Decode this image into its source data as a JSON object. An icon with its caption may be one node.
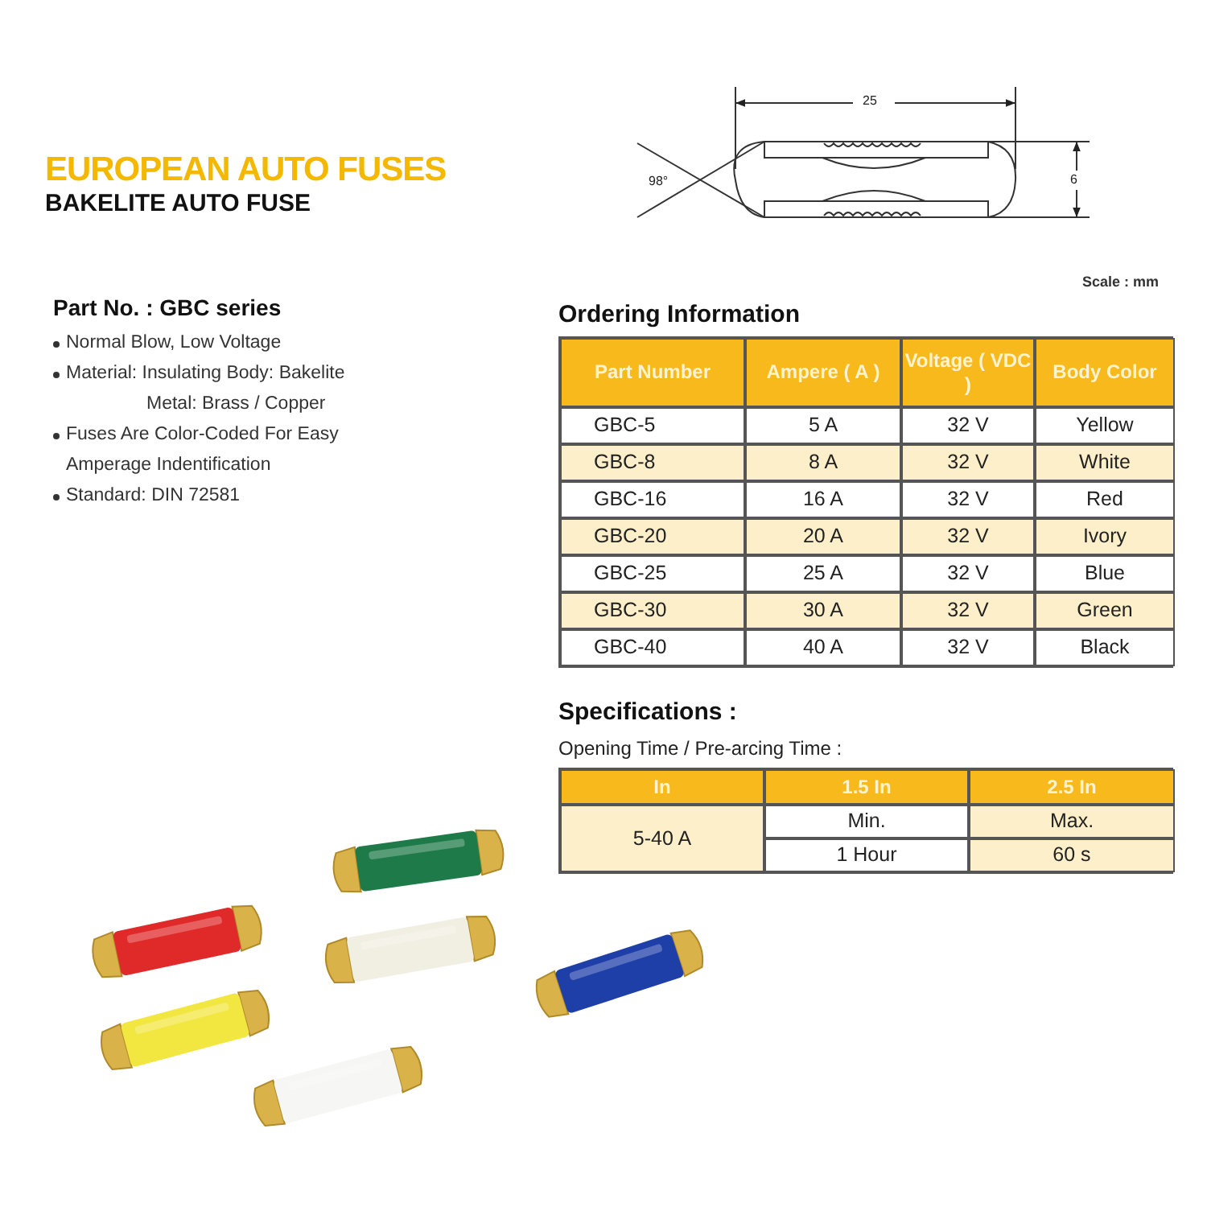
{
  "diagram": {
    "title": "EUROPEAN AUTO FUSES",
    "labels": [
      "BAKELITE AUTO FUSE",
      "25",
      "98°",
      "6",
      "Scale : mm",
      "Part No. : GBC series",
      "Normal Blow, Low Voltage",
      "Material: Insulating Body: Bakelite",
      "Metal: Brass / Copper",
      "Fuses Are Color-Coded For Easy Amperage Indentification",
      "Standard: DIN 72581",
      "Ordering Information",
      "Part Number",
      "Ampere ( A )",
      "Voltage ( VDC )",
      "Body Color",
      "GBC-5",
      "5 A",
      "32 V",
      "Yellow",
      "GBC-8",
      "8 A",
      "32 V",
      "White",
      "GBC-16",
      "16 A",
      "32 V",
      "Red",
      "GBC-20",
      "20 A",
      "32 V",
      "Ivory",
      "GBC-25",
      "25 A",
      "32 V",
      "Blue",
      "GBC-30",
      "30 A",
      "32 V",
      "Green",
      "GBC-40",
      "40 A",
      "32 V",
      "Black",
      "Specifications :",
      "Opening Time / Pre-arcing Time :",
      "In",
      "1.5 In",
      "2.5 In",
      "5-40 A",
      "Min.",
      "Max.",
      "1 Hour",
      "60 s"
    ]
  }
}
